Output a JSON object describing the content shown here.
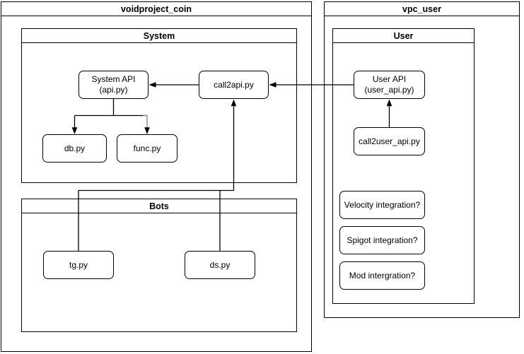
{
  "canvas": {
    "background": "#ffffff",
    "stroke_color": "#000000",
    "secondary_stroke_color": "#999999",
    "node_fill": "#ffffff"
  },
  "containers": {
    "voidproject_coin": {
      "title": "voidproject_coin"
    },
    "vpc_user": {
      "title": "vpc_user"
    },
    "system": {
      "title": "System"
    },
    "user": {
      "title": "User"
    },
    "bots": {
      "title": "Bots"
    }
  },
  "nodes": {
    "system_api": {
      "line1": "System API",
      "line2": "(api.py)"
    },
    "call2api": {
      "label": "call2api.py"
    },
    "db": {
      "label": "db.py"
    },
    "func": {
      "label": "func.py"
    },
    "tg": {
      "label": "tg.py"
    },
    "ds": {
      "label": "ds.py"
    },
    "user_api": {
      "line1": "User API",
      "line2": "(user_api.py)"
    },
    "call2user_api": {
      "label": "call2user_api.py"
    },
    "velocity": {
      "label": "Velocity integration?"
    },
    "spigot": {
      "label": "Spigot integration?"
    },
    "mod": {
      "label": "Mod intergration?"
    }
  },
  "edges": [
    {
      "from": "call2api.py",
      "to": "System API (api.py)",
      "direction": "left"
    },
    {
      "from": "User API (user_api.py)",
      "to": "call2api.py",
      "direction": "left"
    },
    {
      "from": "System API (api.py)",
      "to": "db.py",
      "direction": "down"
    },
    {
      "from": "System API (api.py)",
      "to": "func.py",
      "direction": "down"
    },
    {
      "from": "call2user_api.py",
      "to": "User API (user_api.py)",
      "direction": "up"
    },
    {
      "from": "tg.py",
      "to": "call2api.py",
      "direction": "up"
    },
    {
      "from": "ds.py",
      "to": "call2api.py",
      "direction": "up"
    }
  ]
}
